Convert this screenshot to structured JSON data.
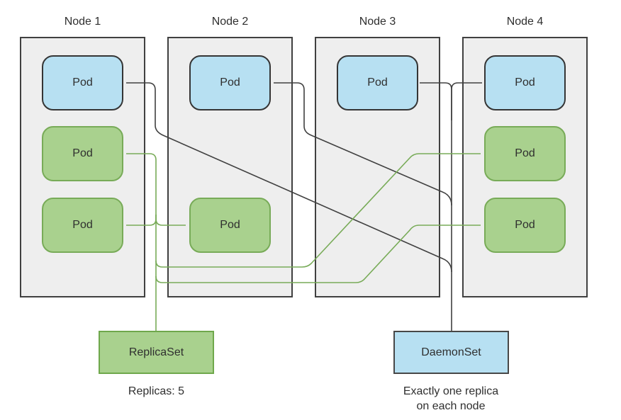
{
  "diagram": {
    "nodes": [
      {
        "label": "Node 1",
        "pods": [
          {
            "label": "Pod",
            "controller": "DaemonSet"
          },
          {
            "label": "Pod",
            "controller": "ReplicaSet"
          },
          {
            "label": "Pod",
            "controller": "ReplicaSet"
          }
        ]
      },
      {
        "label": "Node 2",
        "pods": [
          {
            "label": "Pod",
            "controller": "DaemonSet"
          },
          {
            "label": "Pod",
            "controller": "ReplicaSet"
          }
        ]
      },
      {
        "label": "Node 3",
        "pods": [
          {
            "label": "Pod",
            "controller": "DaemonSet"
          }
        ]
      },
      {
        "label": "Node 4",
        "pods": [
          {
            "label": "Pod",
            "controller": "DaemonSet"
          },
          {
            "label": "Pod",
            "controller": "ReplicaSet"
          },
          {
            "label": "Pod",
            "controller": "ReplicaSet"
          }
        ]
      }
    ],
    "replicaset": {
      "label": "ReplicaSet",
      "caption": "Replicas: 5"
    },
    "daemonset": {
      "label": "DaemonSet",
      "caption_line1": "Exactly one replica",
      "caption_line2": "on each node"
    },
    "colors": {
      "node_fill": "#eeeeee",
      "node_border": "#404040",
      "daemonset_pod_fill": "#b7e0f2",
      "replicaset_pod_fill": "#a9d18e",
      "daemonset_line": "#404040",
      "replicaset_line": "#78ab58"
    }
  }
}
